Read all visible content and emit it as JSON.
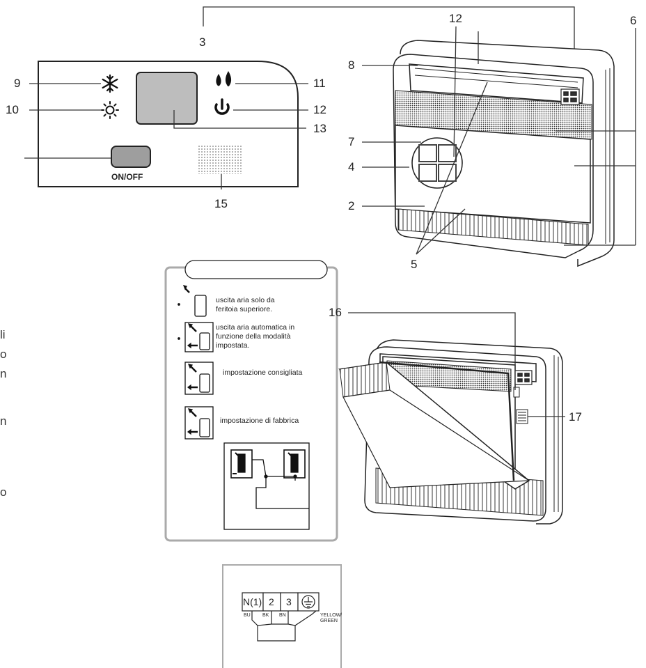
{
  "panel": {
    "labels": {
      "n3": "3",
      "n9": "9",
      "n10": "10",
      "n11": "11",
      "n12": "12",
      "n13": "13",
      "n14": "",
      "n15": "15"
    },
    "onoff": "ON/OFF",
    "icons": {
      "cool": "snowflake-icon",
      "heat": "sun-icon",
      "dry": "drops-icon",
      "power": "power-icon"
    }
  },
  "unit": {
    "labels": {
      "n2": "2",
      "n4": "4",
      "n5": "5",
      "n6": "6",
      "n7": "7",
      "n8": "8",
      "n12": "12"
    }
  },
  "unit_open": {
    "labels": {
      "n16": "16",
      "n17": "17"
    }
  },
  "flap_panel": {
    "title": "",
    "options": [
      {
        "text_1": "uscita aria solo da",
        "text_2": "feritoia superiore."
      },
      {
        "text_1": "uscita aria automatica in",
        "text_2": "funzione della modalità",
        "text_3": "impostata."
      },
      {
        "text_1": "impostazione consigliata"
      },
      {
        "text_1": "impostazione di fabbrica"
      }
    ]
  },
  "terminal": {
    "cells": [
      "N(1)",
      "2",
      "3"
    ],
    "wires": [
      "BU",
      "BK",
      "BN",
      "YELLOW/",
      "GREEN"
    ]
  },
  "edge_text": [
    "li",
    "o",
    "n",
    "n",
    "o"
  ]
}
